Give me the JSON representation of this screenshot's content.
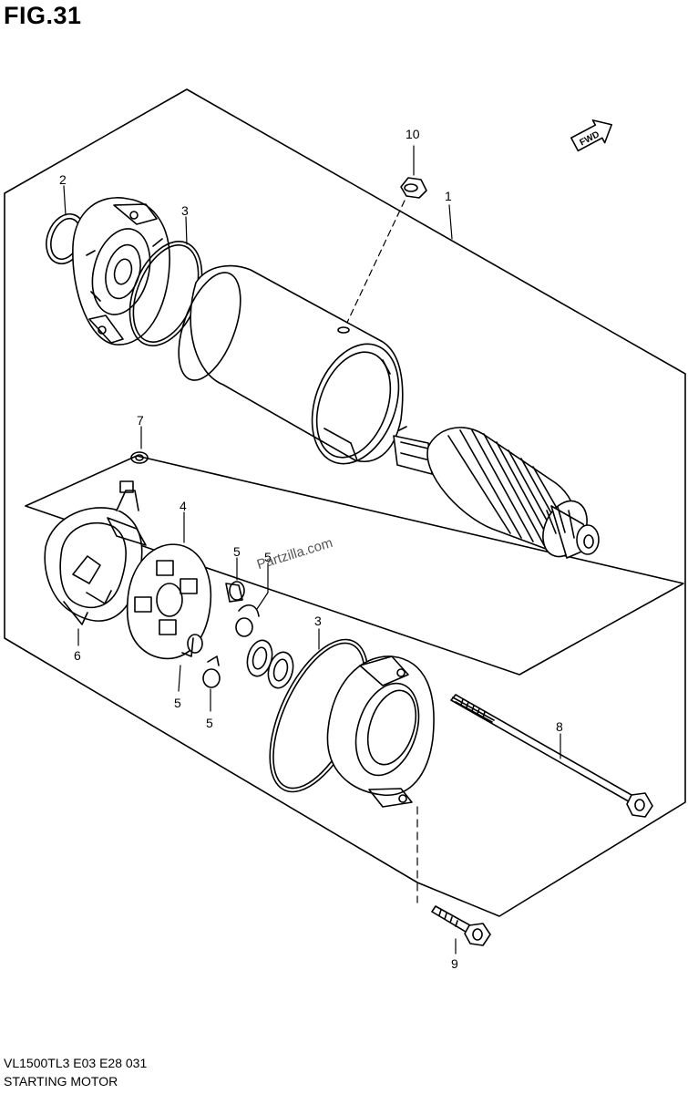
{
  "figure": {
    "title": "FIG.31",
    "model_code": "VL1500TL3  E03  E28  031",
    "name": "STARTING MOTOR",
    "watermark": "Partzilla.com",
    "fwd_label": "FWD"
  },
  "callouts": [
    {
      "id": "c1",
      "label": "1"
    },
    {
      "id": "c2",
      "label": "2"
    },
    {
      "id": "c3a",
      "label": "3"
    },
    {
      "id": "c3b",
      "label": "3"
    },
    {
      "id": "c4",
      "label": "4"
    },
    {
      "id": "c5a",
      "label": "5"
    },
    {
      "id": "c5b",
      "label": "5"
    },
    {
      "id": "c5c",
      "label": "5"
    },
    {
      "id": "c5d",
      "label": "5"
    },
    {
      "id": "c6",
      "label": "6"
    },
    {
      "id": "c7",
      "label": "7"
    },
    {
      "id": "c8",
      "label": "8"
    },
    {
      "id": "c9",
      "label": "9"
    },
    {
      "id": "c10",
      "label": "10"
    }
  ]
}
